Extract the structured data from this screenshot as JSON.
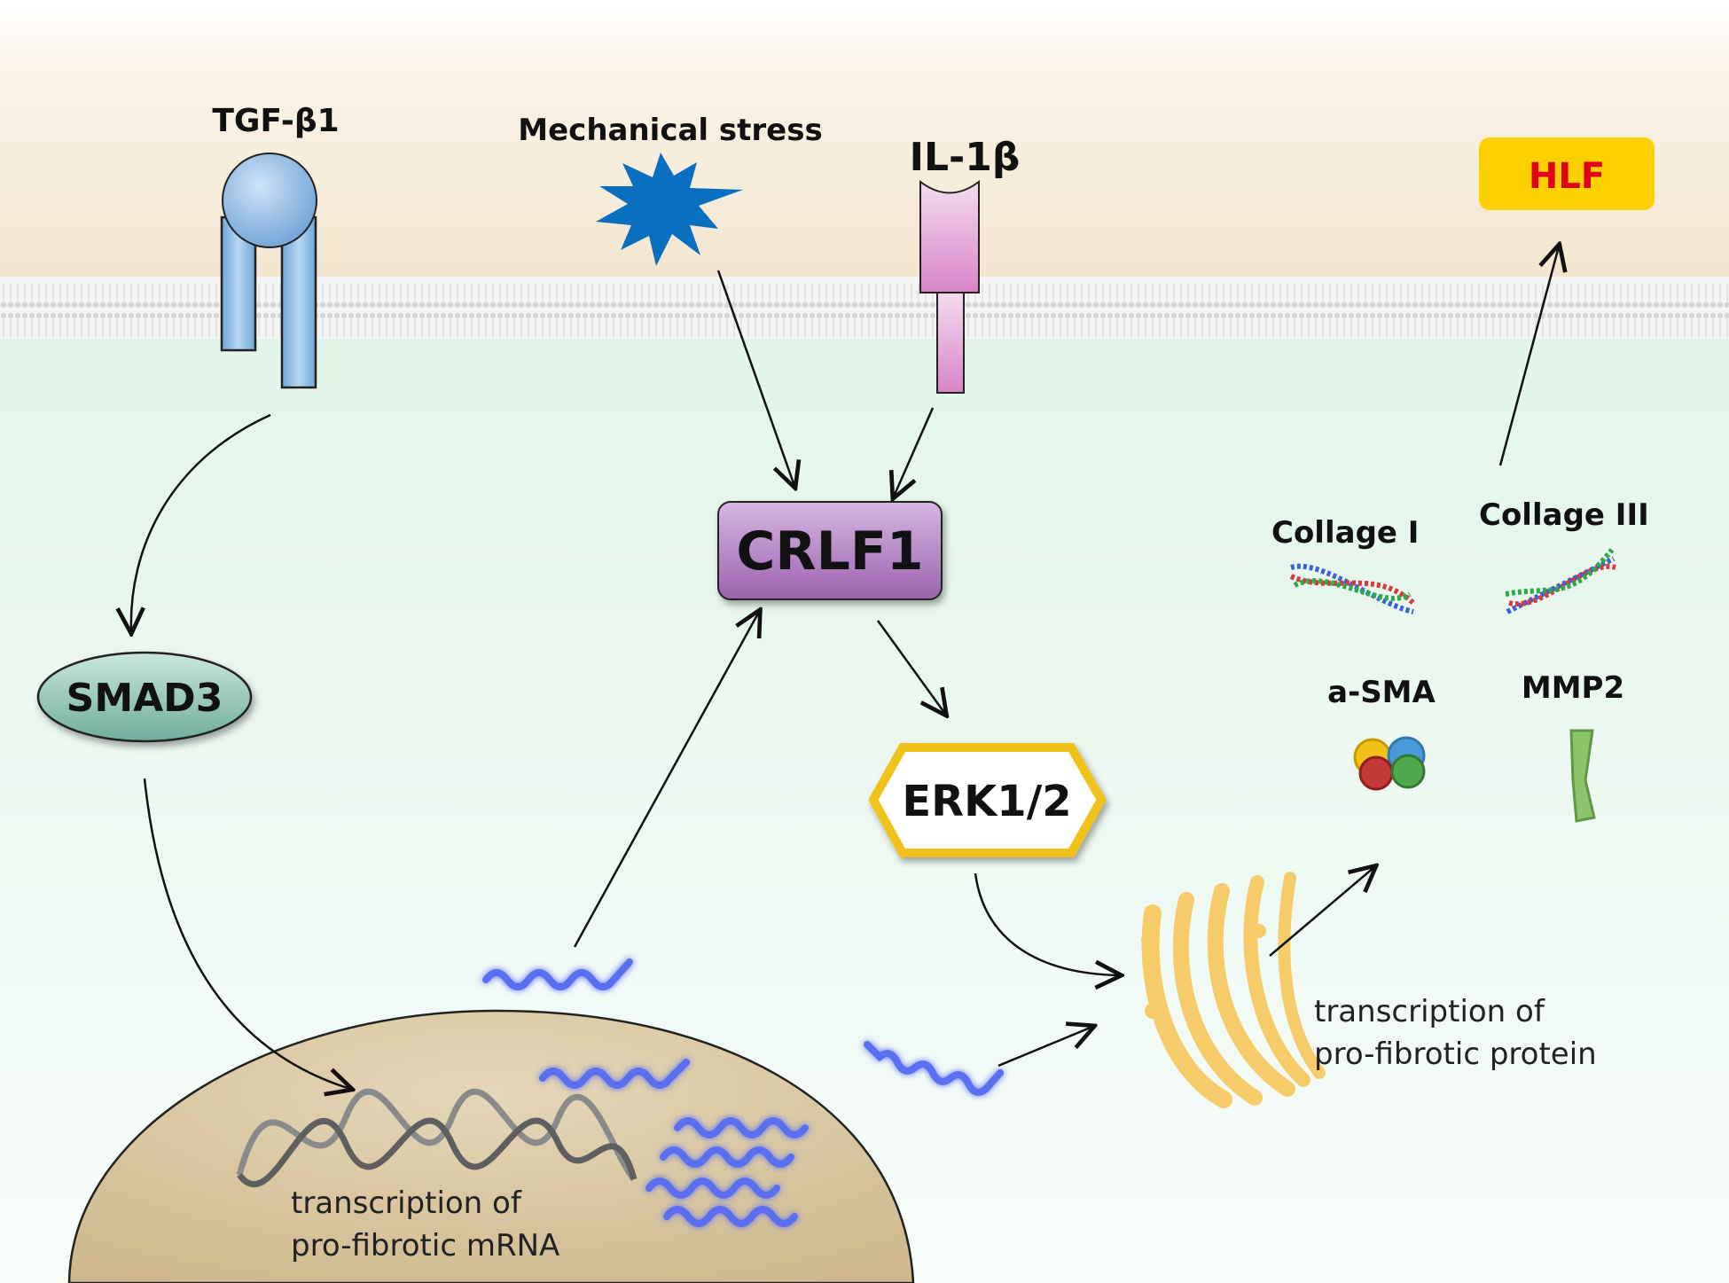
{
  "labels": {
    "tgf": "TGF-β1",
    "mech": "Mechanical stress",
    "il": "IL-1β",
    "hlf": "HLF",
    "crlf1": "CRLF1",
    "smad3": "SMAD3",
    "erk": "ERK1/2",
    "col1": "Collage I",
    "col3": "Collage III",
    "asma": "a-SMA",
    "mmp2": "MMP2",
    "mrna_line1": "transcription of",
    "mrna_line2": "pro-fibrotic mRNA",
    "protein_line1": "transcription of",
    "protein_line2": "pro-fibrotic protein"
  },
  "colors": {
    "extracellular": "#f6ecdc",
    "cytoplasm": "#e8f6ee",
    "nucleus": "#d9c7a3",
    "crlf1": "#b98bc7",
    "smad3": "#8fc4b4",
    "erk_border": "#f2c21a",
    "hlf_bg": "#ffd000",
    "hlf_text": "#e0001b",
    "tgf_receptor": "#8fbde3",
    "il_receptor": "#e3a6d6",
    "mech_star": "#0b6fc0",
    "mrna": "#5a6ff0",
    "golgi": "#f6cc6a"
  },
  "icons": [
    "tgf-receptor-icon",
    "mechanical-stress-star-icon",
    "il1b-receptor-icon",
    "dna-helix-icon",
    "mrna-strand-icon",
    "golgi-apparatus-icon",
    "collagen-fiber-icon",
    "protein-complex-icon"
  ]
}
